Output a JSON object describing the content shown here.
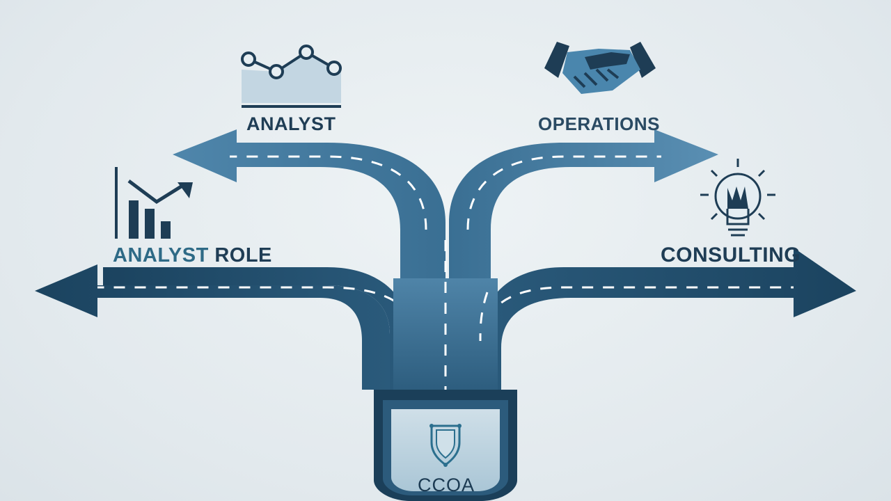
{
  "labels": {
    "analyst": "ANALYST",
    "operations": "OPERATIONS",
    "analyst_role_part1": "ANALYST",
    "analyst_role_part2": " ROLE",
    "consulting": "CONSULTING",
    "ccoa": "CCOA"
  },
  "icons": {
    "analyst": "line-chart-icon",
    "operations": "handshake-icon",
    "analyst_role": "bar-chart-growth-icon",
    "consulting": "lightbulb-icon",
    "ccoa": "shield-badge-icon"
  },
  "colors": {
    "road_dark": "#1f4a66",
    "road_mid": "#2f6385",
    "road_light": "#4a7fa3",
    "label_text": "#1f3d55",
    "background": "#e3eaee"
  }
}
